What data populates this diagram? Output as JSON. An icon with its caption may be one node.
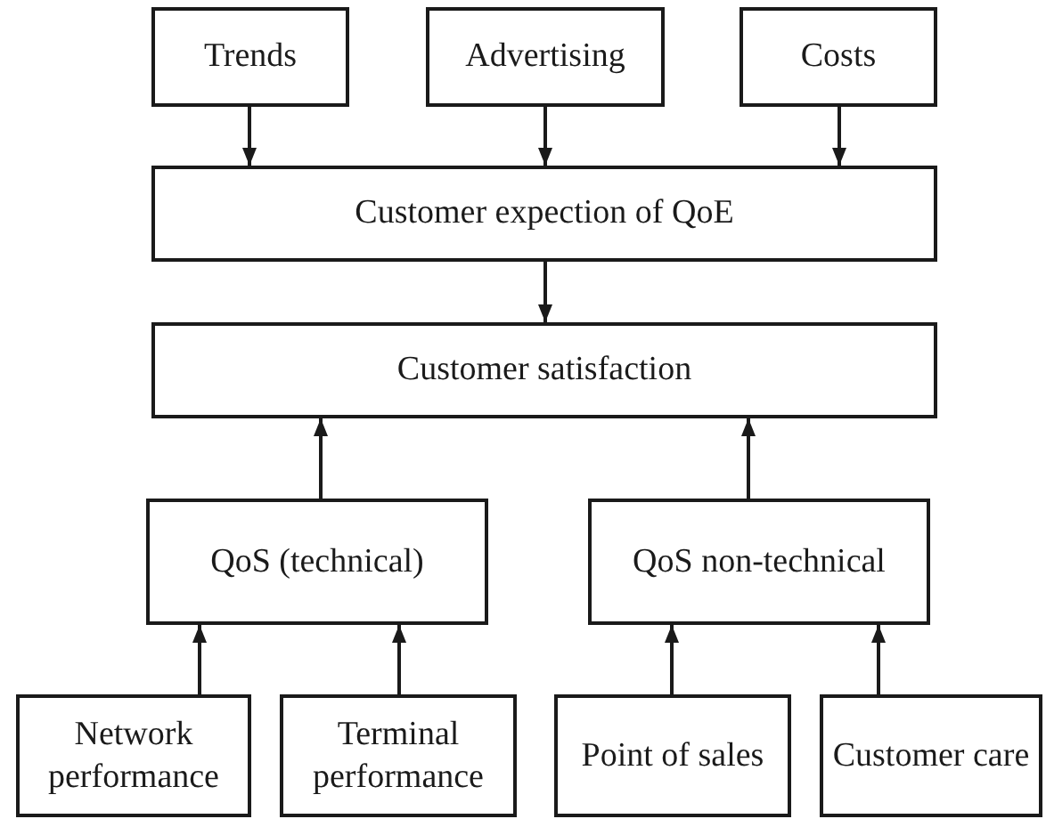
{
  "diagram": {
    "nodes": [
      {
        "text": [
          "Trends"
        ]
      },
      {
        "text": [
          "Advertising"
        ]
      },
      {
        "text": [
          "Costs"
        ]
      },
      {
        "text": [
          "Customer expection of QoE"
        ]
      },
      {
        "text": [
          "Customer satisfaction"
        ]
      },
      {
        "text": [
          "QoS (technical)"
        ]
      },
      {
        "text": [
          "QoS non-technical"
        ]
      },
      {
        "text": [
          "Network performance"
        ]
      },
      {
        "text": [
          "Terminal performance"
        ]
      },
      {
        "text": [
          "Point of sales"
        ]
      },
      {
        "text": [
          "Customer care"
        ]
      }
    ],
    "edges": [
      {
        "from": 0,
        "to": 3,
        "arrow": "to"
      },
      {
        "from": 1,
        "to": 3,
        "arrow": "to"
      },
      {
        "from": 2,
        "to": 3,
        "arrow": "to"
      },
      {
        "from": 3,
        "to": 4,
        "arrow": "to"
      },
      {
        "from": 5,
        "to": 4,
        "arrow": "to"
      },
      {
        "from": 6,
        "to": 4,
        "arrow": "to"
      },
      {
        "from": 7,
        "to": 5,
        "arrow": "to"
      },
      {
        "from": 8,
        "to": 5,
        "arrow": "to"
      },
      {
        "from": 9,
        "to": 6,
        "arrow": "to"
      },
      {
        "from": 10,
        "to": 6,
        "arrow": "to"
      }
    ]
  }
}
